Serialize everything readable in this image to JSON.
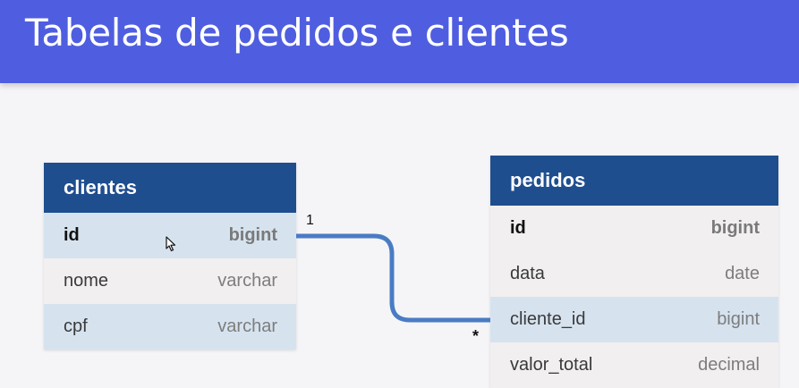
{
  "header": {
    "title": "Tabelas de pedidos e clientes"
  },
  "colors": {
    "header_bg": "#4f5ee0",
    "table_header_bg": "#1f4e8f",
    "row_bg": "#f1eff0",
    "row_highlight_bg": "#d6e3ef",
    "relation_line": "#4a7cc4"
  },
  "tables": {
    "clientes": {
      "name": "clientes",
      "columns": [
        {
          "name": "id",
          "type": "bigint"
        },
        {
          "name": "nome",
          "type": "varchar"
        },
        {
          "name": "cpf",
          "type": "varchar"
        }
      ]
    },
    "pedidos": {
      "name": "pedidos",
      "columns": [
        {
          "name": "id",
          "type": "bigint"
        },
        {
          "name": "data",
          "type": "date"
        },
        {
          "name": "cliente_id",
          "type": "bigint"
        },
        {
          "name": "valor_total",
          "type": "decimal"
        }
      ]
    }
  },
  "relation": {
    "from_cardinality": "1",
    "to_cardinality": "*"
  },
  "icons": {
    "cursor": "mouse-pointer-icon"
  }
}
